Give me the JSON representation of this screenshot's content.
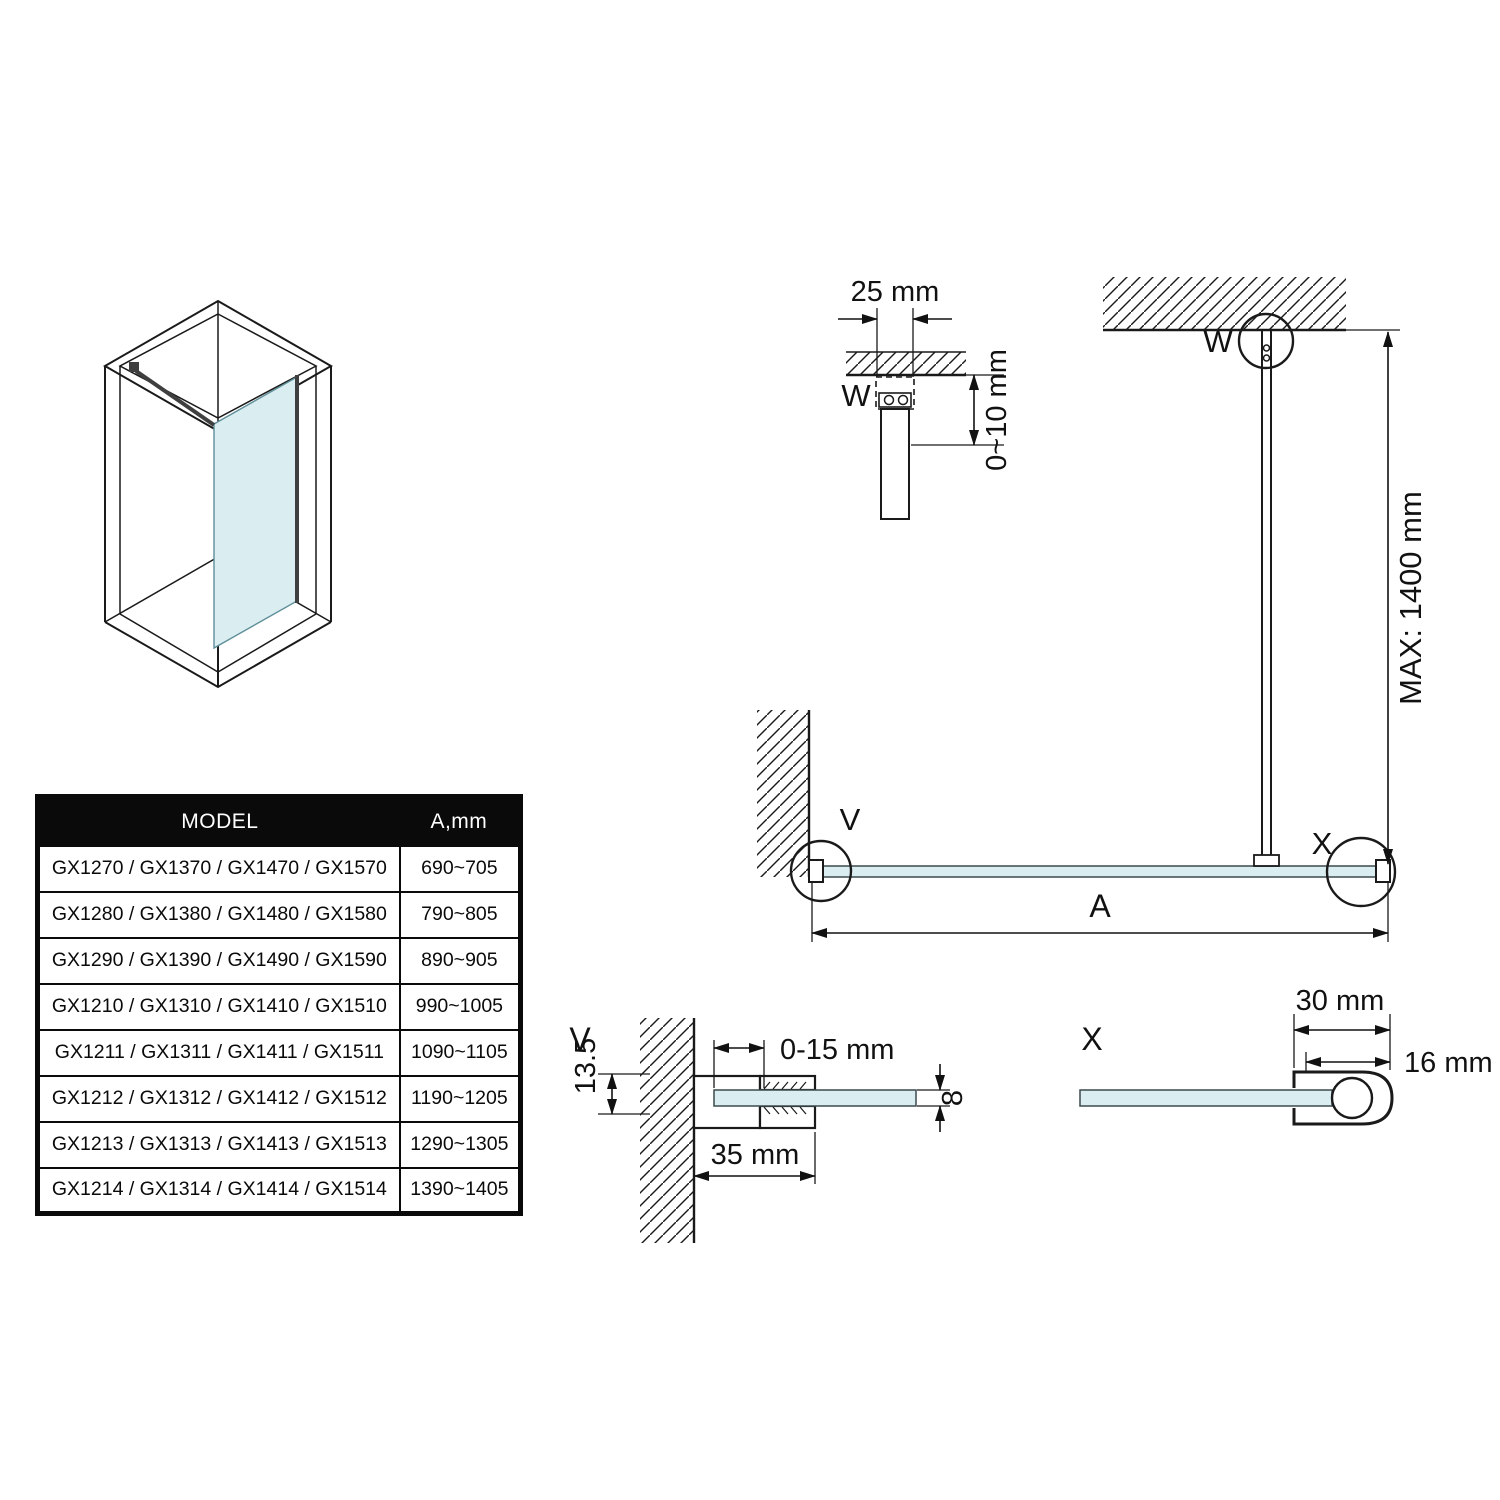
{
  "table": {
    "header": {
      "model": "MODEL",
      "a": "A,mm"
    },
    "rows": [
      {
        "model": "GX1270 / GX1370 / GX1470 / GX1570",
        "a": "690~705"
      },
      {
        "model": "GX1280 / GX1380 / GX1480 / GX1580",
        "a": "790~805"
      },
      {
        "model": "GX1290 / GX1390 / GX1490 / GX1590",
        "a": "890~905"
      },
      {
        "model": "GX1210 / GX1310 / GX1410 / GX1510",
        "a": "990~1005"
      },
      {
        "model": "GX1211 / GX1311 / GX1411 / GX1511",
        "a": "1090~1105"
      },
      {
        "model": "GX1212 / GX1312 / GX1412 / GX1512",
        "a": "1190~1205"
      },
      {
        "model": "GX1213 / GX1313 / GX1413 / GX1513",
        "a": "1290~1305"
      },
      {
        "model": "GX1214 / GX1314 / GX1414 / GX1514",
        "a": "1390~1405"
      }
    ]
  },
  "drawing": {
    "detail_w": {
      "label": "W",
      "dim_width": "25 mm",
      "dim_gap": "0~10 mm"
    },
    "plan": {
      "label_w": "W",
      "label_v": "V",
      "label_x": "X",
      "dim_span": "A",
      "dim_max": "MAX: 1400 mm"
    },
    "detail_v": {
      "label": "V",
      "dim_depth": "13.5",
      "dim_adjust": "0-15 mm",
      "dim_width": "35 mm",
      "dim_glass_thickness": "8"
    },
    "detail_x": {
      "label": "X",
      "dim_depth": "30 mm",
      "dim_height": "16 mm"
    }
  },
  "colors": {
    "glass": "#daedf1",
    "line": "#1a1a1a"
  }
}
